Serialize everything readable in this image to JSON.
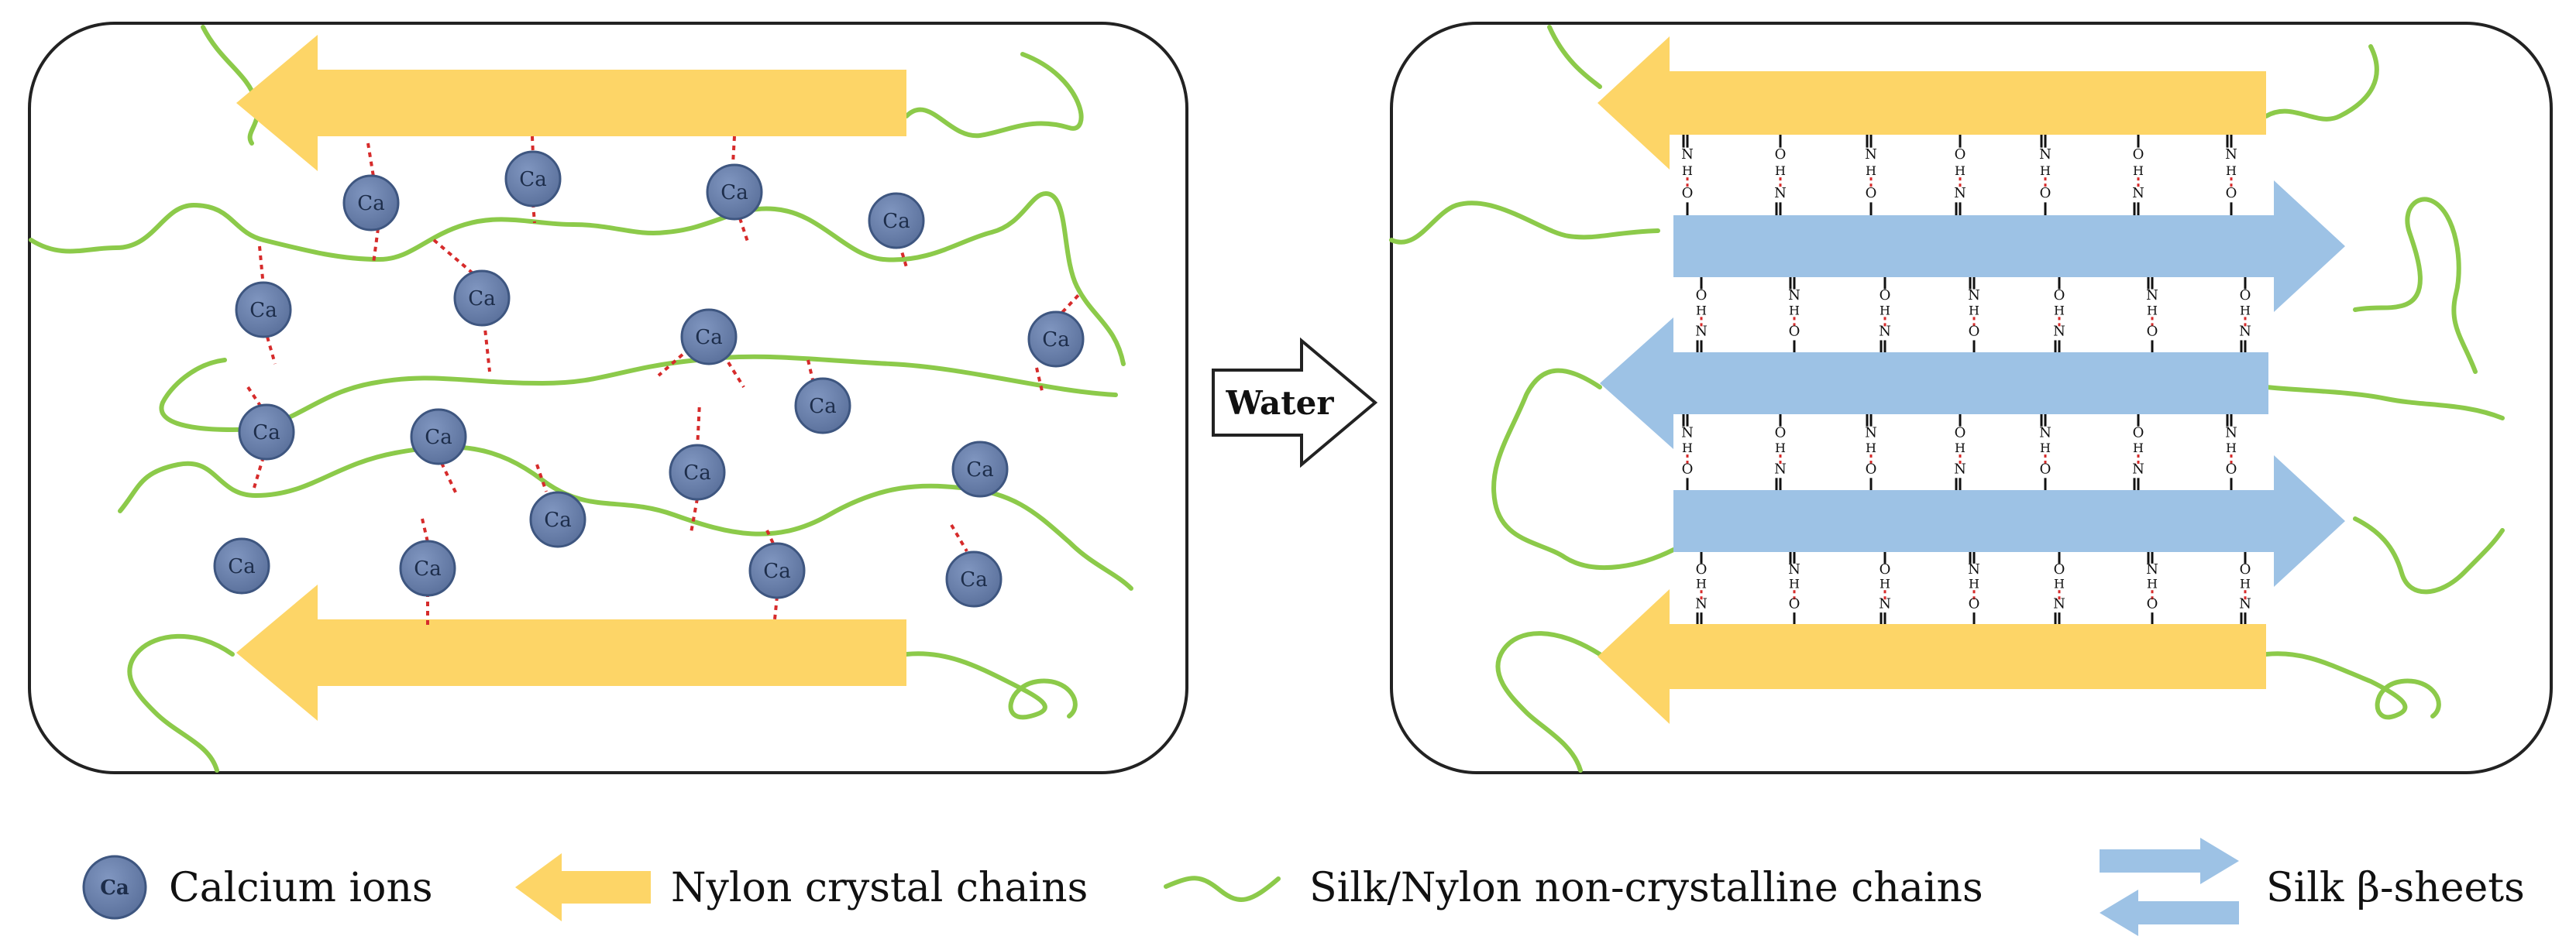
{
  "colors": {
    "ion_fill": "#6b82ad",
    "ion_stroke": "#3e5680",
    "nylon": "#fdd567",
    "silk": "#9dc2e5",
    "chain": "#8cca4a",
    "bond": "#d62b2b",
    "panel_stroke": "#222222"
  },
  "ion_label": "Ca",
  "process_arrow": {
    "label": "Water"
  },
  "hbond_atoms": {
    "top": "N",
    "mid": "H",
    "bot": "O"
  },
  "legend": {
    "calcium": {
      "icon": "Ca",
      "label": "Calcium ions"
    },
    "nylon": {
      "label": "Nylon crystal chains"
    },
    "chain": {
      "label": "Silk/Nylon non-crystalline chains"
    },
    "silk": {
      "label": "Silk β-sheets"
    }
  }
}
